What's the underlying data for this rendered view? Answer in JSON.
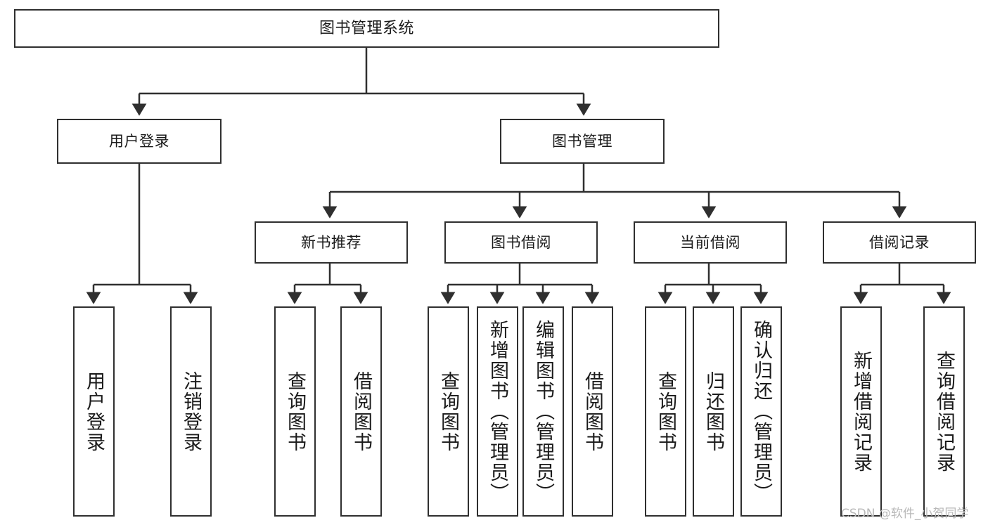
{
  "diagram": {
    "title": "图书管理系统",
    "watermark": "CSDN @软件_小贺同学",
    "colors": {
      "stroke": "#2f2f2f",
      "fill": "#ffffff",
      "text": "#1a1a1a",
      "watermark": "#b9b9b9"
    }
  },
  "nodes": {
    "root": {
      "label": "图书管理系统"
    },
    "level2": [
      {
        "id": "user-login",
        "label": "用户登录"
      },
      {
        "id": "book-management",
        "label": "图书管理"
      }
    ],
    "level3": [
      {
        "id": "new-book-recommend",
        "label": "新书推荐"
      },
      {
        "id": "book-borrow",
        "label": "图书借阅"
      },
      {
        "id": "current-borrow",
        "label": "当前借阅"
      },
      {
        "id": "borrow-record",
        "label": "借阅记录"
      }
    ],
    "leaves": {
      "user_login": [
        {
          "id": "leaf-user-login",
          "label": "用户登录"
        },
        {
          "id": "leaf-logout-login",
          "label": "注销登录"
        }
      ],
      "new_book_recommend": [
        {
          "id": "leaf-query-book-1",
          "label": "查询图书"
        },
        {
          "id": "leaf-borrow-book-1",
          "label": "借阅图书"
        }
      ],
      "book_borrow": [
        {
          "id": "leaf-query-book-2",
          "label": "查询图书"
        },
        {
          "id": "leaf-add-book",
          "label": "新增图书（管理员）"
        },
        {
          "id": "leaf-edit-book",
          "label": "编辑图书（管理员）"
        },
        {
          "id": "leaf-borrow-book-2",
          "label": "借阅图书"
        }
      ],
      "current_borrow": [
        {
          "id": "leaf-query-book-3",
          "label": "查询图书"
        },
        {
          "id": "leaf-return-book",
          "label": "归还图书"
        },
        {
          "id": "leaf-confirm-return",
          "label": "确认归还（管理员）"
        }
      ],
      "borrow_record": [
        {
          "id": "leaf-add-record",
          "label": "新增借阅记录"
        },
        {
          "id": "leaf-query-record",
          "label": "查询借阅记录"
        }
      ]
    }
  }
}
